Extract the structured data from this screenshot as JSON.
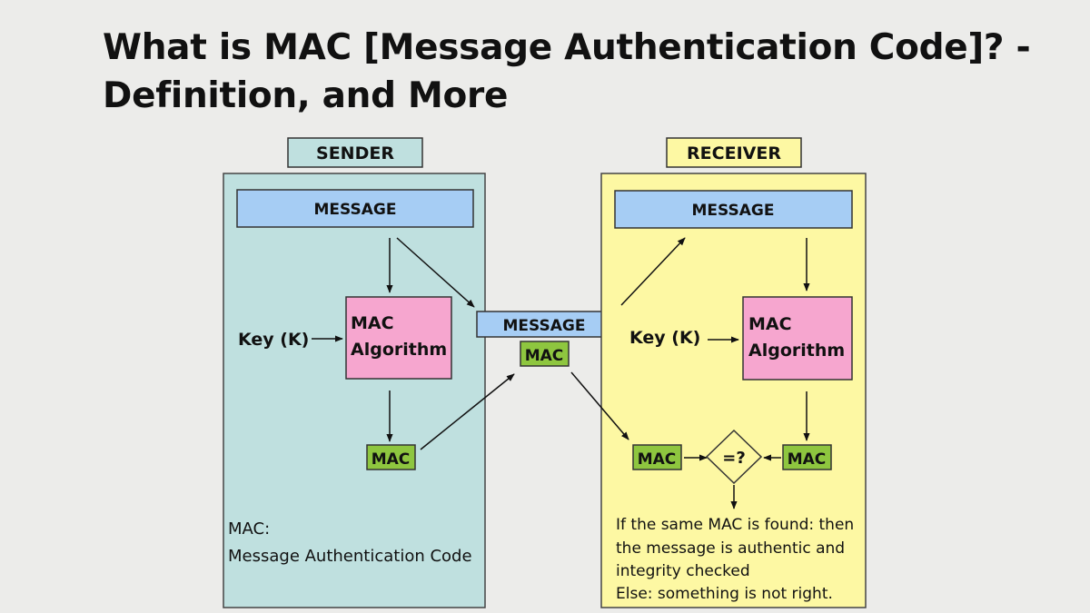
{
  "title": {
    "line1": "What is MAC [Message Authentication Code]? -",
    "line2": "Definition, and More"
  },
  "sender": {
    "header": "SENDER",
    "message": "MESSAGE",
    "key": "Key (K)",
    "algorithm_line1": "MAC",
    "algorithm_line2": "Algorithm",
    "mac": "MAC",
    "note_line1": "MAC:",
    "note_line2": "Message Authentication Code"
  },
  "transmission": {
    "message": "MESSAGE",
    "mac": "MAC"
  },
  "receiver": {
    "header": "RECEIVER",
    "message": "MESSAGE",
    "key": "Key (K)",
    "algorithm_line1": "MAC",
    "algorithm_line2": "Algorithm",
    "mac_received": "MAC",
    "mac_computed": "MAC",
    "compare": "=?",
    "note_line1": "If the same MAC is found: then",
    "note_line2": "the message is authentic and",
    "note_line3": "integrity checked",
    "note_line4": "Else: something is not right."
  },
  "colors": {
    "sender_panel": "#bfe0df",
    "receiver_panel": "#fdf8a3",
    "message_box": "#a6cdf4",
    "algorithm_box": "#f6a6cf",
    "mac_box": "#8ec63f"
  }
}
